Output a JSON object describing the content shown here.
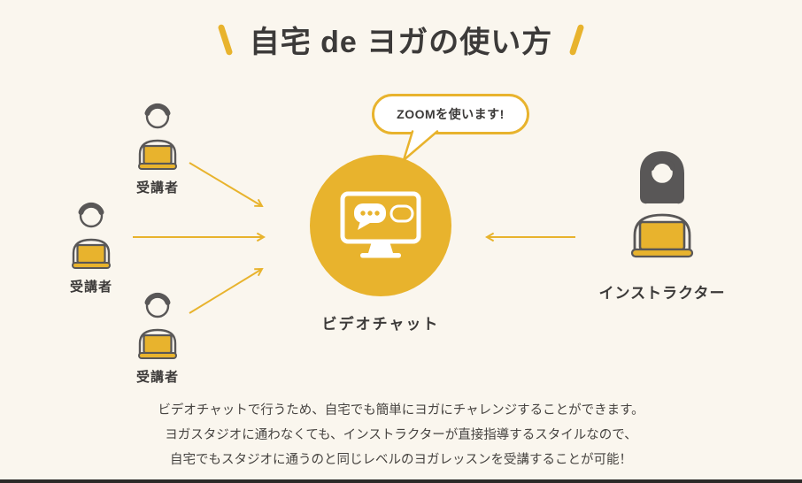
{
  "title": "自宅 de ヨガの使い方",
  "speech_bubble": {
    "text": "ZOOMを使います!"
  },
  "students": [
    "受講者",
    "受講者",
    "受講者"
  ],
  "video_chat": {
    "label": "ビデオチャット"
  },
  "instructor": {
    "label": "インストラクター"
  },
  "description_lines": [
    "ビデオチャットで行うため、自宅でも簡単にヨガにチャレンジすることができます。",
    "ヨガスタジオに通わなくても、インストラクターが直接指導するスタイルなので、",
    "自宅でもスタジオに通うのと同じレベルのヨガレッスンを受講することが可能！"
  ],
  "icons": {
    "students": "student-at-laptop-icon",
    "instructor": "instructor-at-laptop-icon",
    "center": "video-chat-monitor-icon",
    "arrows": "arrow-icon"
  },
  "colors": {
    "background": "#faf6ee",
    "accent_yellow": "#e8b32d",
    "text_dark": "#3c3a39",
    "icon_gray": "#595757",
    "white": "#ffffff"
  }
}
